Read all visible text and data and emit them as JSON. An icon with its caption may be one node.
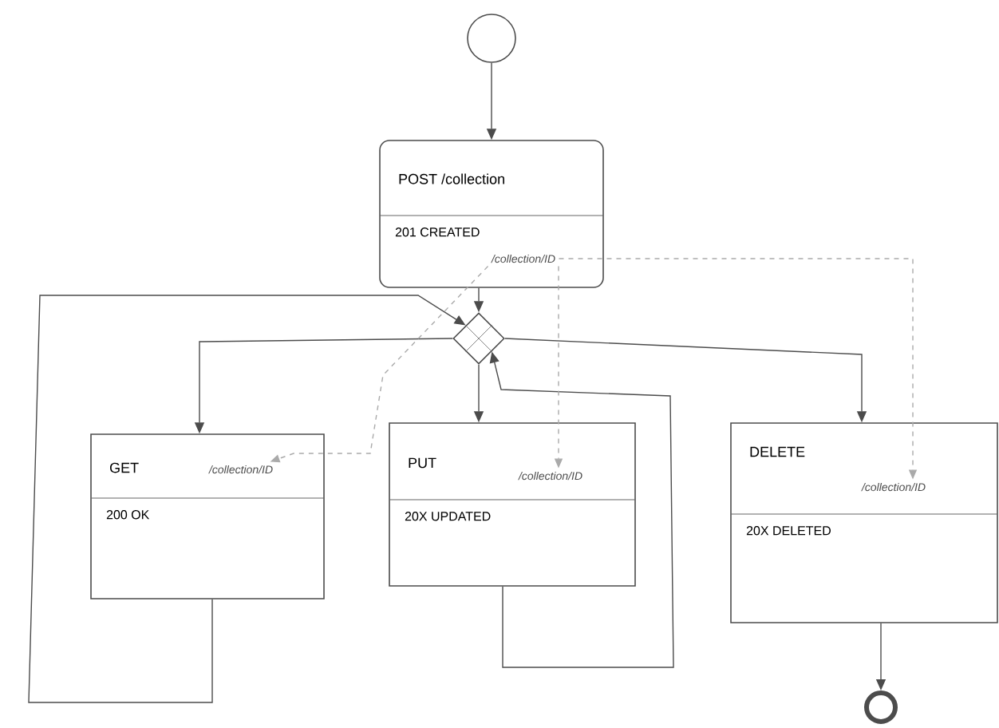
{
  "diagram": {
    "nodes": [
      {
        "text": [],
        "shape": "circle"
      },
      {
        "text": [
          "POST /collection",
          "201 CREATED"
        ]
      },
      {
        "text": [
          "/collection/ID"
        ],
        "in": 1
      },
      {
        "text": [],
        "shape": "diamond"
      },
      {
        "text": [
          "GET",
          "200 OK"
        ]
      },
      {
        "text": [
          "/collection/ID"
        ],
        "in": 4
      },
      {
        "text": [
          "PUT",
          "20X UPDATED"
        ]
      },
      {
        "text": [
          "/collection/ID"
        ],
        "in": 6
      },
      {
        "text": [
          "DELETE",
          "20X DELETED"
        ]
      },
      {
        "text": [
          "/collection/ID"
        ],
        "in": 8
      },
      {
        "text": [],
        "shape": "circle"
      }
    ],
    "edges": [
      {
        "from": 0,
        "to": 1,
        "arrow": "to"
      },
      {
        "from": 1,
        "to": 3,
        "arrow": "to"
      },
      {
        "from": 3,
        "to": 4,
        "arrow": "to"
      },
      {
        "from": 3,
        "to": 6,
        "arrow": "to"
      },
      {
        "from": 3,
        "to": 8,
        "arrow": "to"
      },
      {
        "from": 4,
        "to": 3,
        "arrow": "to"
      },
      {
        "from": 6,
        "to": 3,
        "arrow": "to"
      },
      {
        "from": 8,
        "to": 10,
        "arrow": "to"
      },
      {
        "from": 2,
        "to": 5,
        "arrow": "to",
        "style": "dashed",
        "color": "#aaaaaa"
      },
      {
        "from": 2,
        "to": 7,
        "arrow": "to",
        "style": "dashed",
        "color": "#aaaaaa"
      },
      {
        "from": 2,
        "to": 9,
        "arrow": "to",
        "style": "dashed",
        "color": "#aaaaaa"
      }
    ]
  }
}
